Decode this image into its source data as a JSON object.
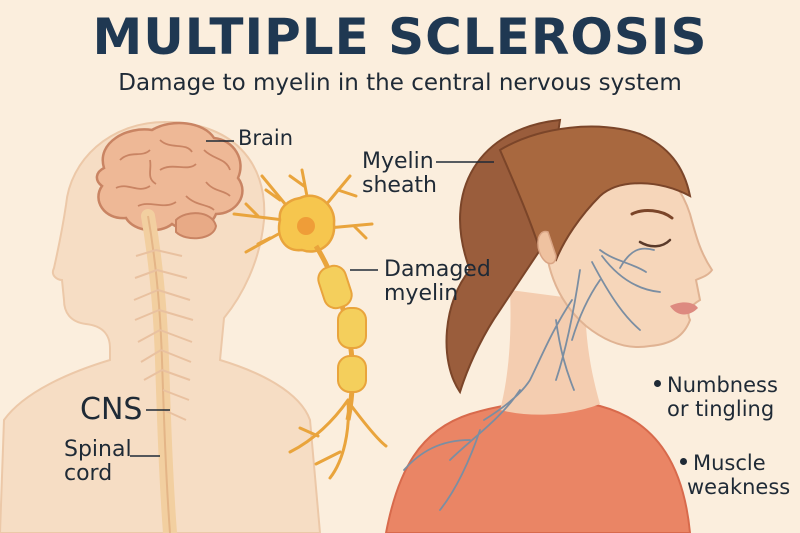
{
  "title": "MULTIPLE SCLEROSIS",
  "subtitle": "Damage to myelin in the central nervous system",
  "labels": {
    "brain": "Brain",
    "cns": "CNS",
    "spinal_cord": [
      "Spinal",
      "cord"
    ],
    "myelin_sheath": [
      "Myelin",
      "sheath"
    ],
    "damaged_myelin": [
      "Damaged",
      "myelin"
    ],
    "numbness": [
      "Numbness",
      "or tingling"
    ],
    "muscle_weakness": [
      "Muscle",
      "weakness"
    ]
  },
  "colors": {
    "background": "#fbeedd",
    "title": "#1f3852",
    "skin": "#f6ddc4",
    "brain": "#eeb896",
    "neuron": "#f6c64e",
    "myelin": "#f4cf5c",
    "hair": "#9a5d3c",
    "shirt": "#ea8565",
    "nerves": "#7b8ea2"
  }
}
